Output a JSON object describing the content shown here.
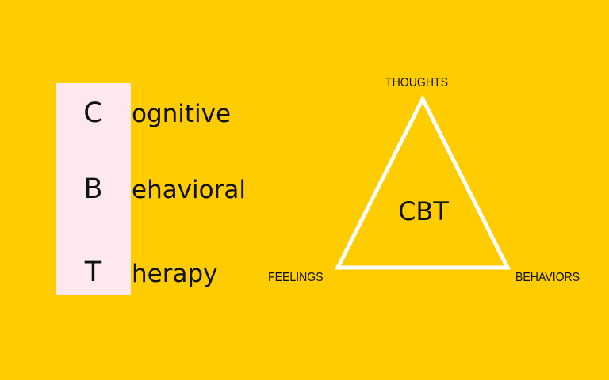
{
  "acronym": {
    "letters": [
      {
        "initial": "C",
        "rest": "ognitive"
      },
      {
        "initial": "B",
        "rest": "ehavioral"
      },
      {
        "initial": "T",
        "rest": "herapy"
      }
    ]
  },
  "triangle": {
    "top_label": "THOUGHTS",
    "left_label": "FEELINGS",
    "right_label": "BEHAVIORS",
    "center_label": "CBT"
  },
  "colors": {
    "background": "#ffcc00",
    "acronym_box": "#fde8ee",
    "triangle_stroke": "#ffffff",
    "text": "#111111"
  }
}
